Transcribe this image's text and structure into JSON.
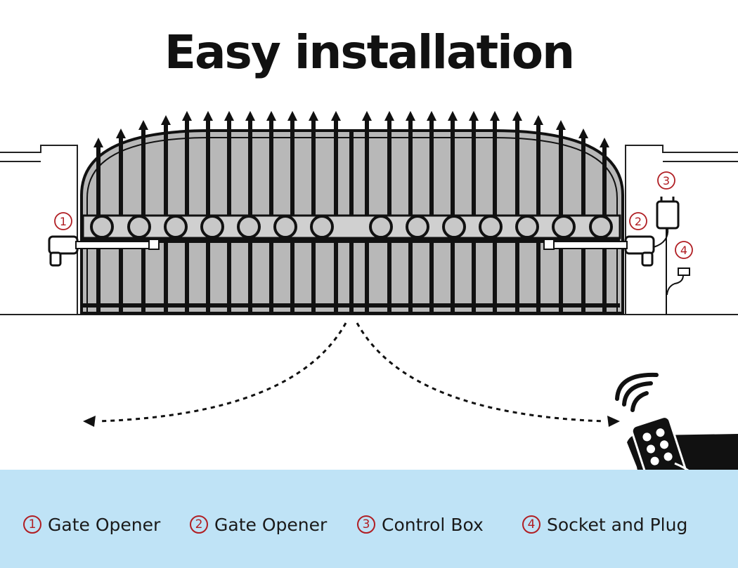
{
  "title": "Easy installation",
  "callout_numbers": {
    "opener_left": "1",
    "opener_right": "2",
    "control_box": "3",
    "socket": "4"
  },
  "legend": [
    {
      "number": "1",
      "label": "Gate Opener"
    },
    {
      "number": "2",
      "label": "Gate Opener"
    },
    {
      "number": "3",
      "label": "Control Box"
    },
    {
      "number": "4",
      "label": "Socket and Plug"
    }
  ],
  "icons": [
    "remote-control-icon",
    "wifi-signal-icon",
    "arrow-left-icon",
    "arrow-right-icon"
  ],
  "colors": {
    "accent_red": "#b01e23",
    "legend_band": "#bfe3f6",
    "gate_fill": "#b8b8b8",
    "ink": "#111111"
  }
}
